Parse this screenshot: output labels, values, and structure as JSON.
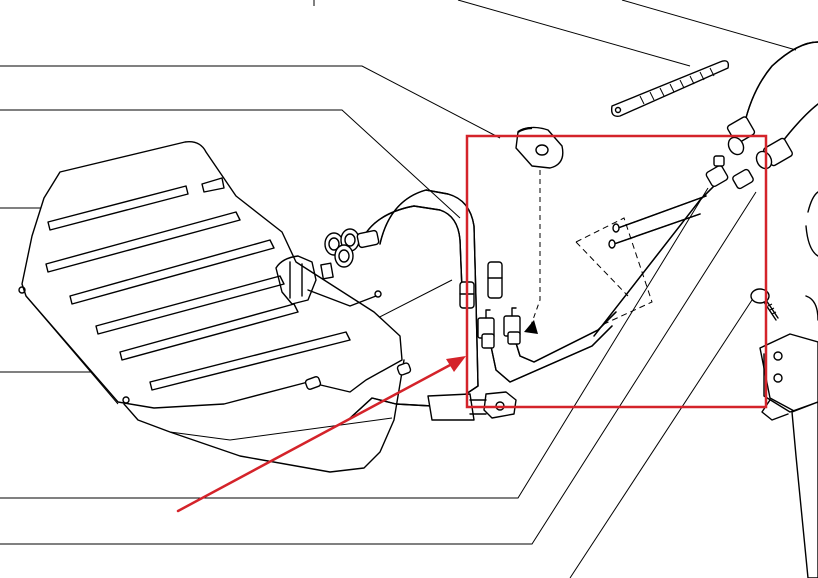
{
  "figure": {
    "kind": "exploded-parts-diagram",
    "background_color": "#ffffff",
    "line_color": "#000000",
    "highlight": {
      "shape": "rectangle",
      "color": "#d4232a"
    },
    "pointer": {
      "shape": "arrow",
      "color": "#d4232a",
      "points_to": "hose-union"
    },
    "callout_lines": 10,
    "parts": [
      "fuel-tank-cover-plate",
      "grommet",
      "cable-tie",
      "rubber-hose-assembly",
      "rigid-fuel-pipes",
      "bracket",
      "bolt"
    ]
  }
}
